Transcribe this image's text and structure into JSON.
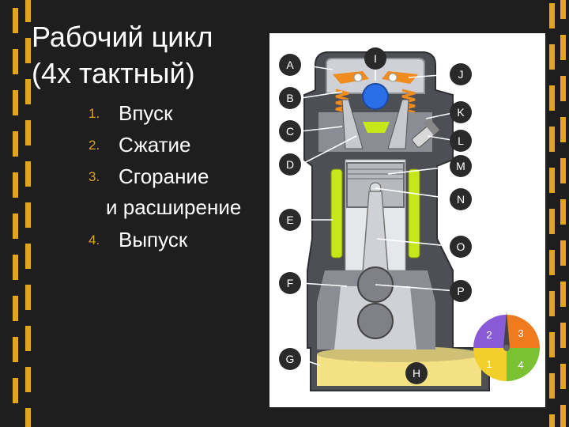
{
  "slide": {
    "title_lines": [
      "Рабочий цикл",
      "(4х тактный)"
    ],
    "steps": [
      {
        "num": "1.",
        "text": "Впуск"
      },
      {
        "num": "2.",
        "text": "Сжатие"
      },
      {
        "num": "3.",
        "text": "Сгорание",
        "cont": "и расширение"
      },
      {
        "num": "4.",
        "text": "Выпуск"
      }
    ]
  },
  "diagram": {
    "labels_left": [
      "A",
      "B",
      "C",
      "D",
      "E",
      "F",
      "G"
    ],
    "labels_right": [
      "J",
      "K",
      "L",
      "M",
      "N",
      "O",
      "P"
    ],
    "label_top": "I",
    "label_bottom": "H"
  },
  "stroke_wheel": {
    "segments": [
      "2",
      "3",
      "1",
      "4"
    ],
    "colors": [
      "#8a5bd6",
      "#f07a1e",
      "#f2cf2a",
      "#7ac232"
    ]
  },
  "colors": {
    "background": "#1c1c1c",
    "road_stripe": "#e2a51c",
    "title_text": "#ffffff",
    "number_accent": "#e1a21a",
    "oil": "#f3e184",
    "coolant": "#c6e71a",
    "valve_spring": "#f08c1e",
    "intake_charge": "#2a6ee8"
  }
}
